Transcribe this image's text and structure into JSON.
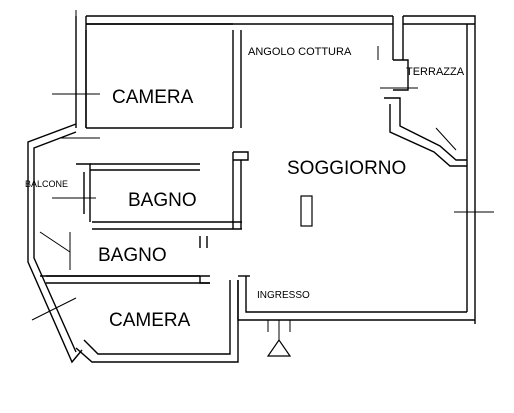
{
  "plan": {
    "rooms": {
      "camera_top": "CAMERA",
      "angolo_cottura": "ANGOLO COTTURA",
      "terrazza": "TERRAZZA",
      "soggiorno": "SOGGIORNO",
      "balcone": "BALCONE",
      "bagno_upper": "BAGNO",
      "bagno_lower": "BAGNO",
      "ingresso": "INGRESSO",
      "camera_bottom": "CAMERA"
    },
    "colors": {
      "line": "#000000",
      "background": "#ffffff"
    }
  }
}
